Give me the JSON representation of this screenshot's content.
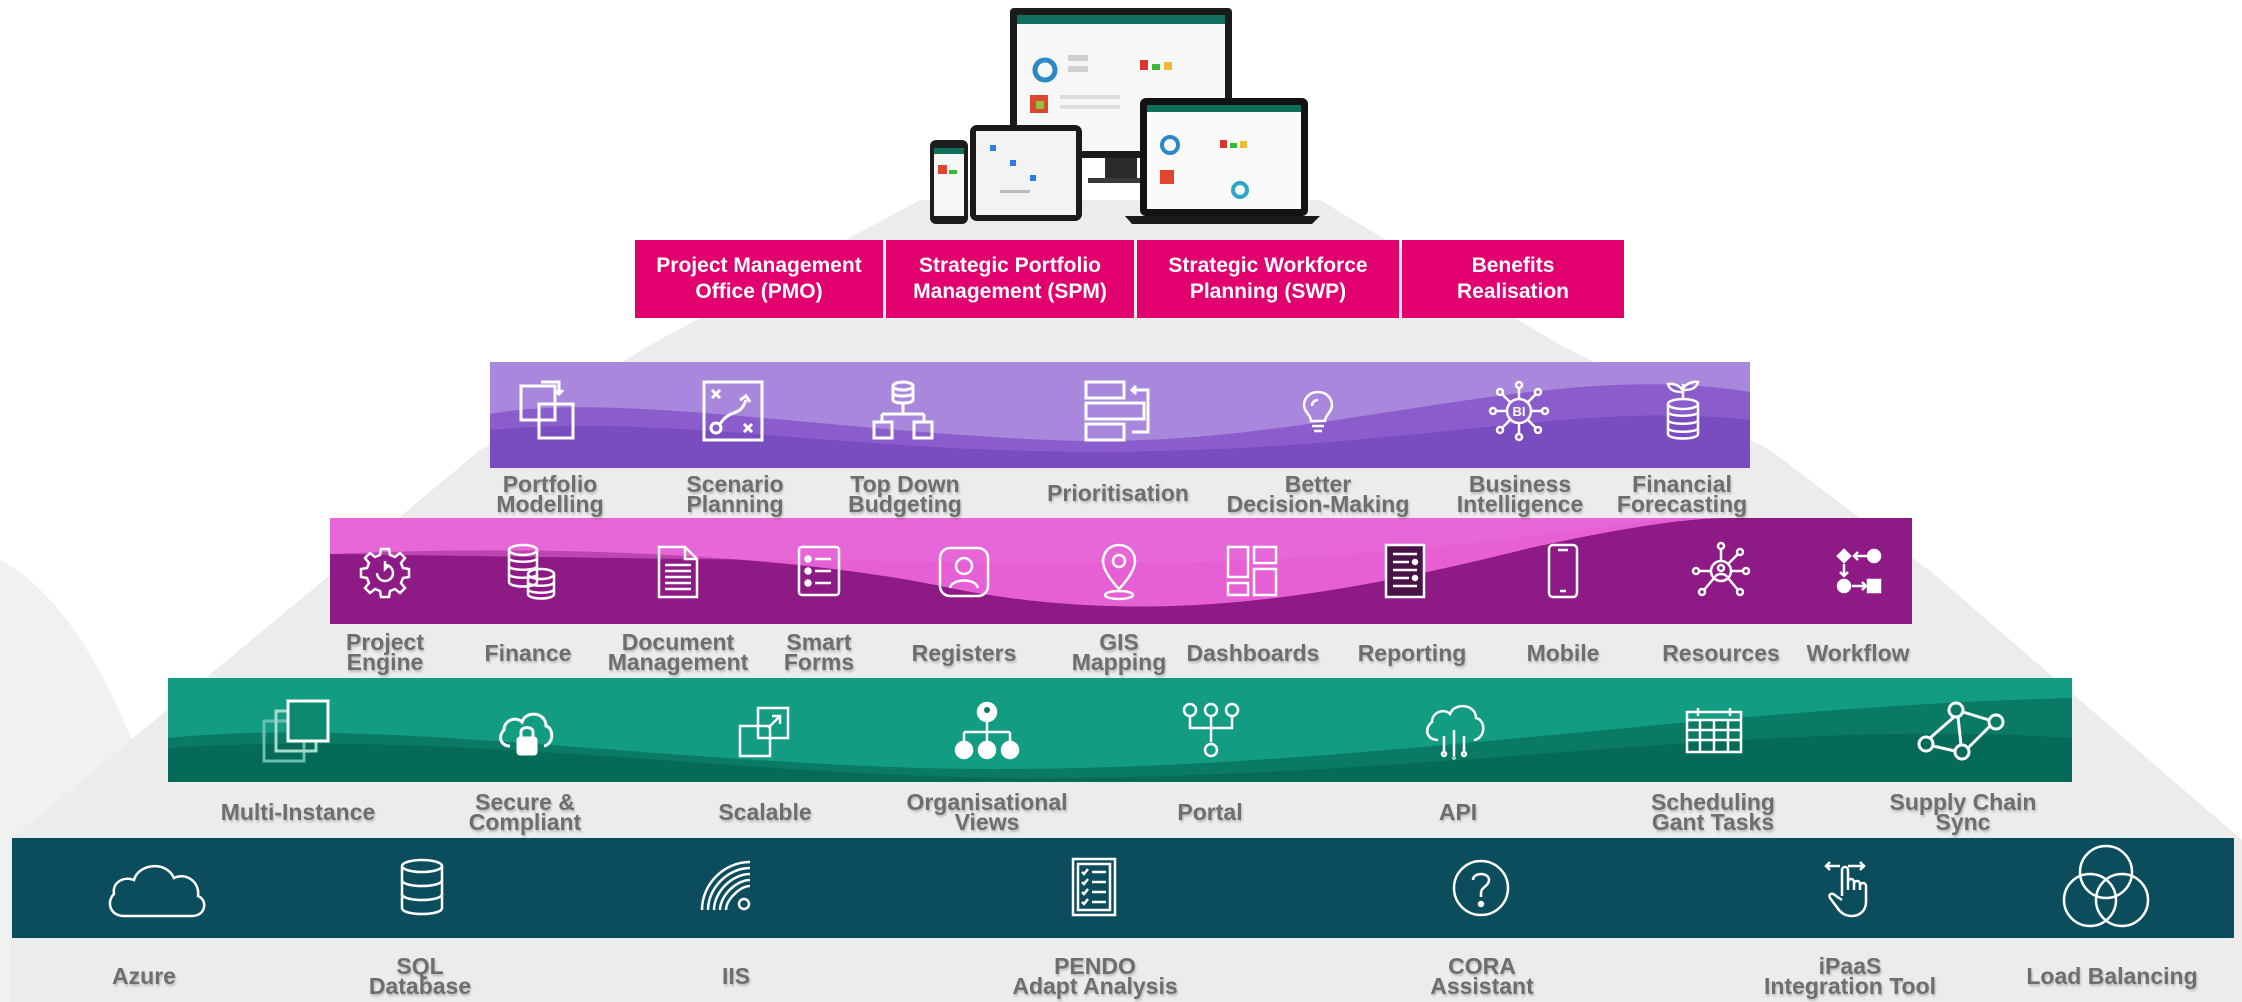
{
  "top_boxes": [
    {
      "line1": "Project Management",
      "line2": "Office (PMO)"
    },
    {
      "line1": "Strategic Portfolio",
      "line2": "Management (SPM)"
    },
    {
      "line1": "Strategic Workforce",
      "line2": "Planning (SWP)"
    },
    {
      "line1": "Benefits",
      "line2": "Realisation"
    }
  ],
  "purple_row": [
    {
      "line1": "Portfolio",
      "line2": "Modelling",
      "icon": "portfolio-modelling-icon"
    },
    {
      "line1": "Scenario",
      "line2": "Planning",
      "icon": "scenario-planning-icon"
    },
    {
      "line1": "Top Down",
      "line2": "Budgeting",
      "icon": "top-down-budgeting-icon"
    },
    {
      "line1": "Prioritisation",
      "line2": "",
      "icon": "prioritisation-icon"
    },
    {
      "line1": "Better",
      "line2": "Decision-Making",
      "icon": "lightbulb-icon"
    },
    {
      "line1": "Business",
      "line2": "Intelligence",
      "icon": "bi-icon"
    },
    {
      "line1": "Financial",
      "line2": "Forecasting",
      "icon": "coins-plant-icon"
    }
  ],
  "magenta_row": [
    {
      "line1": "Project",
      "line2": "Engine",
      "icon": "gear-icon"
    },
    {
      "line1": "Finance",
      "line2": "",
      "icon": "coins-icon"
    },
    {
      "line1": "Document",
      "line2": "Management",
      "icon": "document-icon"
    },
    {
      "line1": "Smart",
      "line2": "Forms",
      "icon": "form-icon"
    },
    {
      "line1": "Registers",
      "line2": "",
      "icon": "user-register-icon"
    },
    {
      "line1": "GIS",
      "line2": "Mapping",
      "icon": "map-pin-icon"
    },
    {
      "line1": "Dashboards",
      "line2": "",
      "icon": "dashboard-icon"
    },
    {
      "line1": "Reporting",
      "line2": "",
      "icon": "report-icon"
    },
    {
      "line1": "Mobile",
      "line2": "",
      "icon": "mobile-icon"
    },
    {
      "line1": "Resources",
      "line2": "",
      "icon": "network-user-icon"
    },
    {
      "line1": "Workflow",
      "line2": "",
      "icon": "workflow-icon"
    }
  ],
  "green_row": [
    {
      "line1": "Multi-Instance",
      "line2": "",
      "icon": "multi-instance-icon"
    },
    {
      "line1": "Secure &",
      "line2": "Compliant",
      "icon": "cloud-lock-icon"
    },
    {
      "line1": "Scalable",
      "line2": "",
      "icon": "scalable-icon"
    },
    {
      "line1": "Organisational",
      "line2": "Views",
      "icon": "org-chart-icon"
    },
    {
      "line1": "Portal",
      "line2": "",
      "icon": "portal-icon"
    },
    {
      "line1": "API",
      "line2": "",
      "icon": "cloud-api-icon"
    },
    {
      "line1": "Scheduling",
      "line2": "Gant Tasks",
      "icon": "calendar-icon"
    },
    {
      "line1": "Supply Chain",
      "line2": "Sync",
      "icon": "share-nodes-icon"
    }
  ],
  "base_row": [
    {
      "line1": "Azure",
      "line2": "",
      "icon": "cloud-icon"
    },
    {
      "line1": "SQL",
      "line2": "Database",
      "icon": "database-icon"
    },
    {
      "line1": "IIS",
      "line2": "",
      "icon": "signal-icon"
    },
    {
      "line1": "PENDO",
      "line2": "Adapt Analysis",
      "icon": "checklist-icon"
    },
    {
      "line1": "CORA",
      "line2": "Assistant",
      "icon": "question-icon"
    },
    {
      "line1": "iPaaS",
      "line2": "Integration Tool",
      "icon": "touch-swipe-icon"
    },
    {
      "line1": "Load Balancing",
      "line2": "",
      "icon": "venn-icon"
    }
  ],
  "bi_badge": "BI",
  "colors": {
    "magenta_box": "#e2006f",
    "purple_band": "#8a5ccc",
    "magenta_band": "#8e1a86",
    "green_band": "#0a8068",
    "base_band": "#0b4d5c",
    "label_text": "#6e6e6e"
  }
}
